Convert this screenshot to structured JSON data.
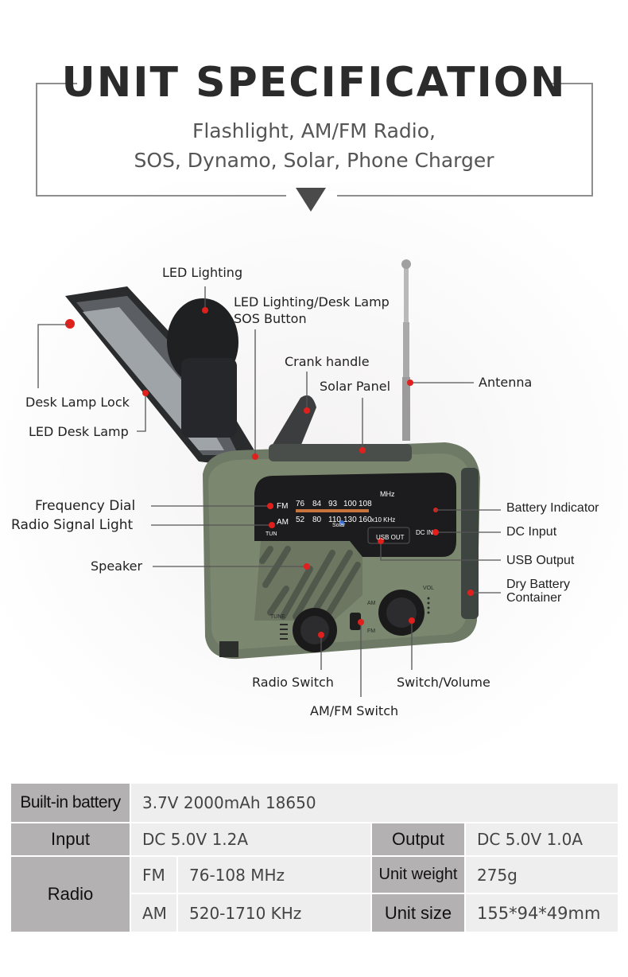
{
  "header": {
    "title": "UNIT SPECIFICATION",
    "subtitle_line1": "Flashlight, AM/FM Radio,",
    "subtitle_line2": "SOS, Dynamo, Solar, Phone Charger"
  },
  "callouts": {
    "led_lighting": "LED Lighting",
    "led_lighting_desk_lamp": "LED Lighting/Desk Lamp",
    "sos_button": "SOS Button",
    "crank_handle": "Crank handle",
    "solar_panel": "Solar Panel",
    "antenna": "Antenna",
    "desk_lamp_lock": "Desk Lamp Lock",
    "led_desk_lamp": "LED Desk Lamp",
    "frequency_dial": "Frequency Dial",
    "radio_signal_light": "Radio Signal Light",
    "speaker": "Speaker",
    "battery_indicator": "Battery Indicator",
    "dc_input": "DC Input",
    "usb_output": "USB Output",
    "dry_battery_line1": "Dry Battery",
    "dry_battery_line2": "Container",
    "radio_switch": "Radio Switch",
    "switch_volume": "Switch/Volume",
    "am_fm_switch": "AM/FM Switch"
  },
  "device_print": {
    "fm": "FM",
    "am": "AM",
    "fm_scale": [
      "76",
      "84",
      "93",
      "100",
      "108"
    ],
    "am_scale": [
      "52",
      "80",
      "110",
      "130",
      "160"
    ],
    "mhz": "MHz",
    "khz": "x10 KHz",
    "tun": "TUN",
    "solar": "Solar",
    "usb_out": "USB OUT",
    "dc_in": "DC IN",
    "tune": "TUNE",
    "vol": "VOL",
    "sw_am": "AM",
    "sw_fm": "FM"
  },
  "specs": {
    "battery_label": "Built-in battery",
    "battery_value": "3.7V 2000mAh 18650",
    "input_label": "Input",
    "input_value": "DC 5.0V 1.2A",
    "output_label": "Output",
    "output_value": "DC 5.0V  1.0A",
    "radio_label": "Radio",
    "fm_label": "FM",
    "fm_value": "76-108 MHz",
    "am_label": "AM",
    "am_value": "520-1710 KHz",
    "weight_label": "Unit weight",
    "weight_value": "275g",
    "size_label": "Unit size",
    "size_value": "155*94*49mm"
  },
  "colors": {
    "device_body": "#7a8570",
    "dial_panel": "#1c1c1e",
    "callout_dot": "#e0201c",
    "table_dark": "#b3b1b1",
    "table_light": "#eeeeee"
  }
}
